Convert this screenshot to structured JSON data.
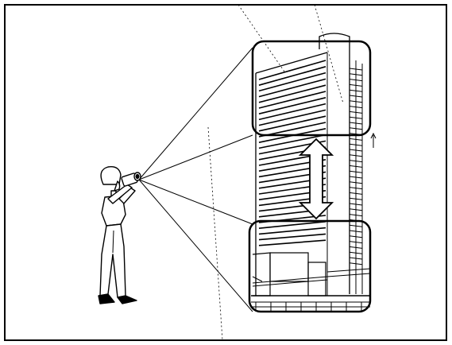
{
  "illustration": {
    "subject": "person-with-camcorder",
    "scene": "office-tower",
    "frames": [
      "top-frame",
      "bottom-frame"
    ],
    "motion_arrow": "double-headed-vertical",
    "colors": {
      "ink": "#000000",
      "paper": "#ffffff"
    }
  }
}
